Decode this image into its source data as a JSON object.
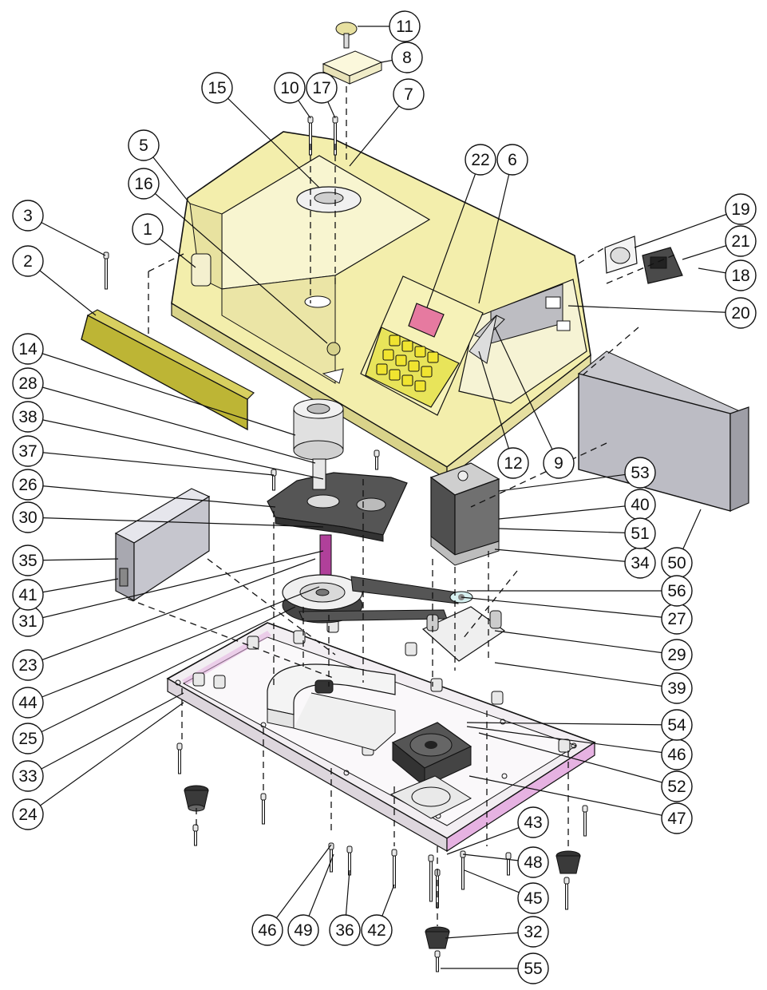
{
  "colors": {
    "housing": "#f3eeac",
    "housing_dark": "#d9d38a",
    "cover_bar": "#bdb535",
    "gray_panel": "#bcbcc4",
    "base_frame": "#f2eef2",
    "pink": "#e6b2e2",
    "keypad_frame": "#e8e45a",
    "key": "#f0e430",
    "display": "#e67aa0",
    "metal": "#b8b8b8",
    "dark_metal": "#4a4a4a",
    "shaft": "#b0409a",
    "line": "#111111"
  },
  "callouts": [
    {
      "id": "1",
      "label": "1"
    },
    {
      "id": "2",
      "label": "2"
    },
    {
      "id": "3",
      "label": "3"
    },
    {
      "id": "5",
      "label": "5"
    },
    {
      "id": "6",
      "label": "6"
    },
    {
      "id": "7",
      "label": "7"
    },
    {
      "id": "8",
      "label": "8"
    },
    {
      "id": "9",
      "label": "9"
    },
    {
      "id": "10",
      "label": "10"
    },
    {
      "id": "11",
      "label": "11"
    },
    {
      "id": "12",
      "label": "12"
    },
    {
      "id": "14",
      "label": "14"
    },
    {
      "id": "15",
      "label": "15"
    },
    {
      "id": "16",
      "label": "16"
    },
    {
      "id": "17",
      "label": "17"
    },
    {
      "id": "18",
      "label": "18"
    },
    {
      "id": "19",
      "label": "19"
    },
    {
      "id": "20",
      "label": "20"
    },
    {
      "id": "21",
      "label": "21"
    },
    {
      "id": "22",
      "label": "22"
    },
    {
      "id": "23",
      "label": "23"
    },
    {
      "id": "24",
      "label": "24"
    },
    {
      "id": "25",
      "label": "25"
    },
    {
      "id": "26",
      "label": "26"
    },
    {
      "id": "27",
      "label": "27"
    },
    {
      "id": "28",
      "label": "28"
    },
    {
      "id": "29",
      "label": "29"
    },
    {
      "id": "30",
      "label": "30"
    },
    {
      "id": "31",
      "label": "31"
    },
    {
      "id": "32",
      "label": "32"
    },
    {
      "id": "33",
      "label": "33"
    },
    {
      "id": "34",
      "label": "34"
    },
    {
      "id": "35",
      "label": "35"
    },
    {
      "id": "36",
      "label": "36"
    },
    {
      "id": "37",
      "label": "37"
    },
    {
      "id": "38",
      "label": "38"
    },
    {
      "id": "39",
      "label": "39"
    },
    {
      "id": "40",
      "label": "40"
    },
    {
      "id": "41",
      "label": "41"
    },
    {
      "id": "42",
      "label": "42"
    },
    {
      "id": "43",
      "label": "43"
    },
    {
      "id": "44",
      "label": "44"
    },
    {
      "id": "45",
      "label": "45"
    },
    {
      "id": "46a",
      "label": "46"
    },
    {
      "id": "46b",
      "label": "46"
    },
    {
      "id": "47",
      "label": "47"
    },
    {
      "id": "48",
      "label": "48"
    },
    {
      "id": "49",
      "label": "49"
    },
    {
      "id": "50",
      "label": "50"
    },
    {
      "id": "51",
      "label": "51"
    },
    {
      "id": "52",
      "label": "52"
    },
    {
      "id": "53",
      "label": "53"
    },
    {
      "id": "54",
      "label": "54"
    },
    {
      "id": "55",
      "label": "55"
    },
    {
      "id": "56",
      "label": "56"
    }
  ]
}
